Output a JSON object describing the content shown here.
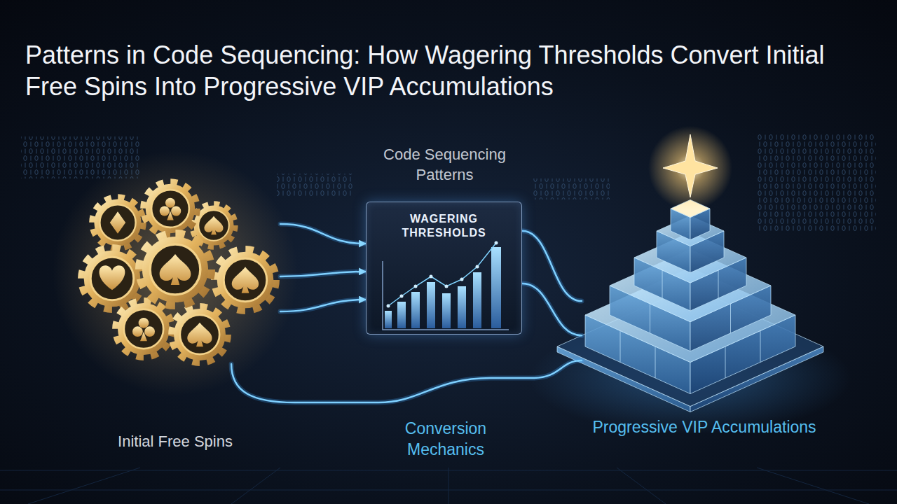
{
  "diagram": {
    "title": "Patterns in Code Sequencing: How Wagering Thresholds Convert Initial Free Spins Into Progressive VIP Accumulations",
    "nodes": [
      {
        "text": [
          "Initial Free Spins"
        ]
      },
      {
        "text": [
          "Code Sequencing Patterns",
          "WAGERING THRESHOLDS"
        ]
      },
      {
        "text": [
          "Progressive VIP Accumulations"
        ]
      }
    ],
    "edges": [
      {
        "from": 0,
        "to": 1,
        "arrow": "to"
      },
      {
        "from": 1,
        "to": 2,
        "arrow": "none"
      },
      {
        "from": 0,
        "to": 2,
        "label": "Conversion Mechanics",
        "arrow": "none"
      }
    ]
  }
}
